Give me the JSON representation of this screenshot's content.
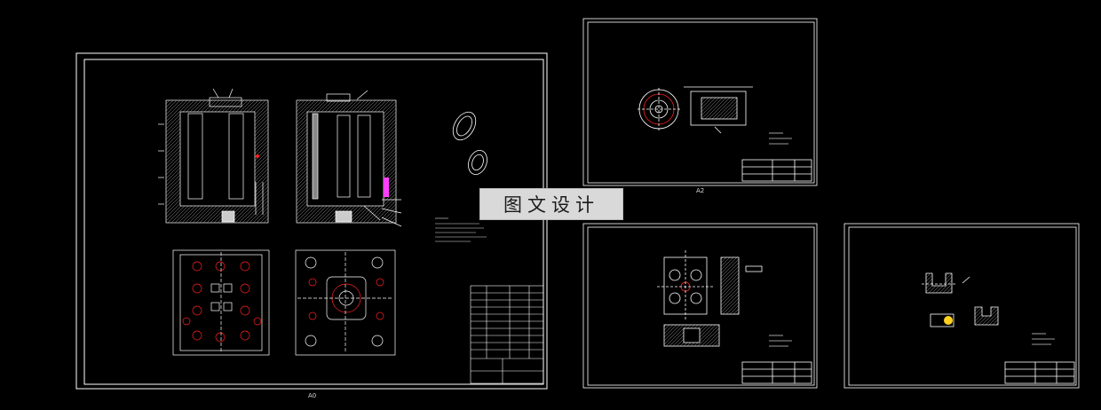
{
  "viewer": {
    "background": "#000000",
    "line_color": "#ffffff",
    "accent_red": "#ff2020",
    "accent_magenta": "#ff40ff",
    "accent_yellow": "#ffd020"
  },
  "sheets": [
    {
      "id": "sheet-a0",
      "label": "A0"
    },
    {
      "id": "sheet-a2",
      "label": "A2"
    },
    {
      "id": "sheet-part-2",
      "label": ""
    },
    {
      "id": "sheet-part-3",
      "label": ""
    }
  ],
  "watermark": {
    "text": "图文设计"
  }
}
